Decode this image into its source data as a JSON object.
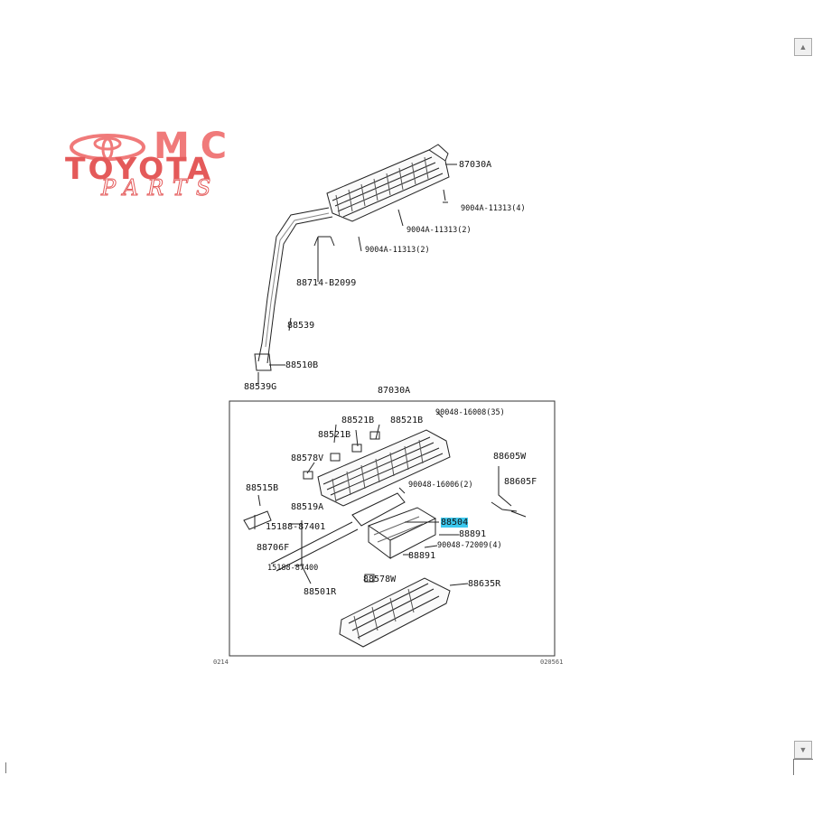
{
  "logo": {
    "line1": "MC",
    "line2": "TOYOTA",
    "line3": "PARTS"
  },
  "diagram": {
    "upper_labels": [
      "87030A",
      "9004A-11313(4)",
      "9004A-11313(2)",
      "9004A-11313(2)",
      "88714-B2099",
      "88539",
      "88510B",
      "88539G"
    ],
    "box_title": "87030A",
    "box_labels": [
      "90048-16008(35)",
      "88521B",
      "88521B",
      "88521B",
      "88578V",
      "88605W",
      "88605F",
      "90048-16006(2)",
      "88515B",
      "88519A",
      "15188-87401",
      "88706F",
      "88504",
      "88891",
      "90048-72009(4)",
      "88891",
      "15188-87400",
      "88578W",
      "88635R",
      "88501R"
    ],
    "selected_part": "88504",
    "footer_left": "0214",
    "footer_right": "020561"
  },
  "scroll": {
    "up_icon": "▲",
    "down_icon": "▼"
  },
  "colors": {
    "highlight": "#3cc8ee",
    "logo_red": "#e45a5a"
  }
}
